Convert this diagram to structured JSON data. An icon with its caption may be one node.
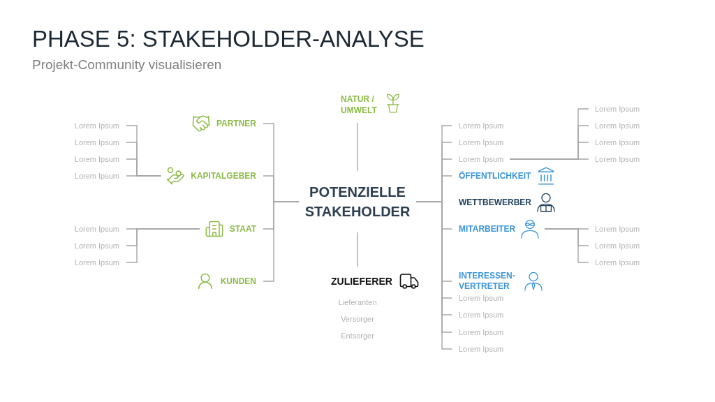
{
  "diagram": {
    "title": "PHASE 5: STAKEHOLDER-ANALYSE",
    "nodes": [
      {
        "text": [
          "POTENZIELLE STAKEHOLDER"
        ]
      },
      {
        "text": [
          "NATUR / UMWELT"
        ]
      },
      {
        "text": [
          "PARTNER"
        ]
      },
      {
        "text": [
          "KAPITALGEBER"
        ]
      },
      {
        "text": [
          "STAAT"
        ]
      },
      {
        "text": [
          "KUNDEN"
        ]
      },
      {
        "text": [
          "ZULIEFERER"
        ]
      },
      {
        "text": [
          "ÖFFENTLICHKEIT"
        ]
      },
      {
        "text": [
          "WETTBEWERBER"
        ]
      },
      {
        "text": [
          "MITARBEITER"
        ]
      },
      {
        "text": [
          "INTERESSEN-VERTRETER"
        ]
      },
      {
        "text": [
          "Lorem Ipsum"
        ]
      },
      {
        "text": [
          "Lorem Ipsum"
        ]
      },
      {
        "text": [
          "Lorem Ipsum"
        ]
      },
      {
        "text": [
          "Lorem Ipsum"
        ]
      },
      {
        "text": [
          "Lorem Ipsum"
        ]
      },
      {
        "text": [
          "Lorem Ipsum"
        ]
      },
      {
        "text": [
          "Lorem Ipsum"
        ]
      },
      {
        "text": [
          "Lorem Ipsum"
        ]
      },
      {
        "text": [
          "Lorem Ipsum"
        ]
      },
      {
        "text": [
          "Lorem Ipsum"
        ]
      },
      {
        "text": [
          "Lorem Ipsum"
        ]
      },
      {
        "text": [
          "Lorem Ipsum"
        ]
      },
      {
        "text": [
          "Lorem Ipsum"
        ]
      },
      {
        "text": [
          "Lorem Ipsum"
        ]
      },
      {
        "text": [
          "Lorem Ipsum"
        ]
      },
      {
        "text": [
          "Lorem Ipsum"
        ]
      },
      {
        "text": [
          "Lorem Ipsum"
        ]
      },
      {
        "text": [
          "Lorem Ipsum"
        ]
      },
      {
        "text": [
          "Lorem Ipsum"
        ]
      },
      {
        "text": [
          "Lorem Ipsum"
        ]
      },
      {
        "text": [
          "Lorem Ipsum"
        ]
      }
    ],
    "edges": [
      {
        "from": 0,
        "to": 1,
        "arrow": "none"
      },
      {
        "from": 0,
        "to": 6,
        "arrow": "none"
      },
      {
        "from": 0,
        "to": 2,
        "arrow": "none"
      },
      {
        "from": 0,
        "to": 3,
        "arrow": "none"
      },
      {
        "from": 0,
        "to": 4,
        "arrow": "none"
      },
      {
        "from": 0,
        "to": 5,
        "arrow": "none"
      },
      {
        "from": 0,
        "to": 18,
        "arrow": "none"
      },
      {
        "from": 0,
        "to": 19,
        "arrow": "none"
      },
      {
        "from": 0,
        "to": 20,
        "arrow": "none"
      },
      {
        "from": 0,
        "to": 7,
        "arrow": "none"
      },
      {
        "from": 0,
        "to": 9,
        "arrow": "none"
      },
      {
        "from": 0,
        "to": 10,
        "arrow": "none"
      },
      {
        "from": 0,
        "to": 21,
        "arrow": "none"
      },
      {
        "from": 0,
        "to": 22,
        "arrow": "none"
      },
      {
        "from": 0,
        "to": 23,
        "arrow": "none"
      },
      {
        "from": 0,
        "to": 24,
        "arrow": "none"
      },
      {
        "from": 3,
        "to": 11,
        "arrow": "none"
      },
      {
        "from": 3,
        "to": 12,
        "arrow": "none"
      },
      {
        "from": 3,
        "to": 13,
        "arrow": "none"
      },
      {
        "from": 3,
        "to": 14,
        "arrow": "none"
      },
      {
        "from": 4,
        "to": 15,
        "arrow": "none"
      },
      {
        "from": 4,
        "to": 16,
        "arrow": "none"
      },
      {
        "from": 4,
        "to": 17,
        "arrow": "none"
      },
      {
        "from": 20,
        "to": 25,
        "arrow": "none"
      },
      {
        "from": 20,
        "to": 26,
        "arrow": "none"
      },
      {
        "from": 20,
        "to": 27,
        "arrow": "none"
      },
      {
        "from": 20,
        "to": 28,
        "arrow": "none"
      },
      {
        "from": 9,
        "to": 29,
        "arrow": "none"
      },
      {
        "from": 9,
        "to": 30,
        "arrow": "none"
      },
      {
        "from": 9,
        "to": 31,
        "arrow": "none"
      }
    ],
    "labels": [
      "Projekt-Community visualisieren",
      "Lieferanten",
      "Versorger",
      "Entsorger"
    ]
  }
}
